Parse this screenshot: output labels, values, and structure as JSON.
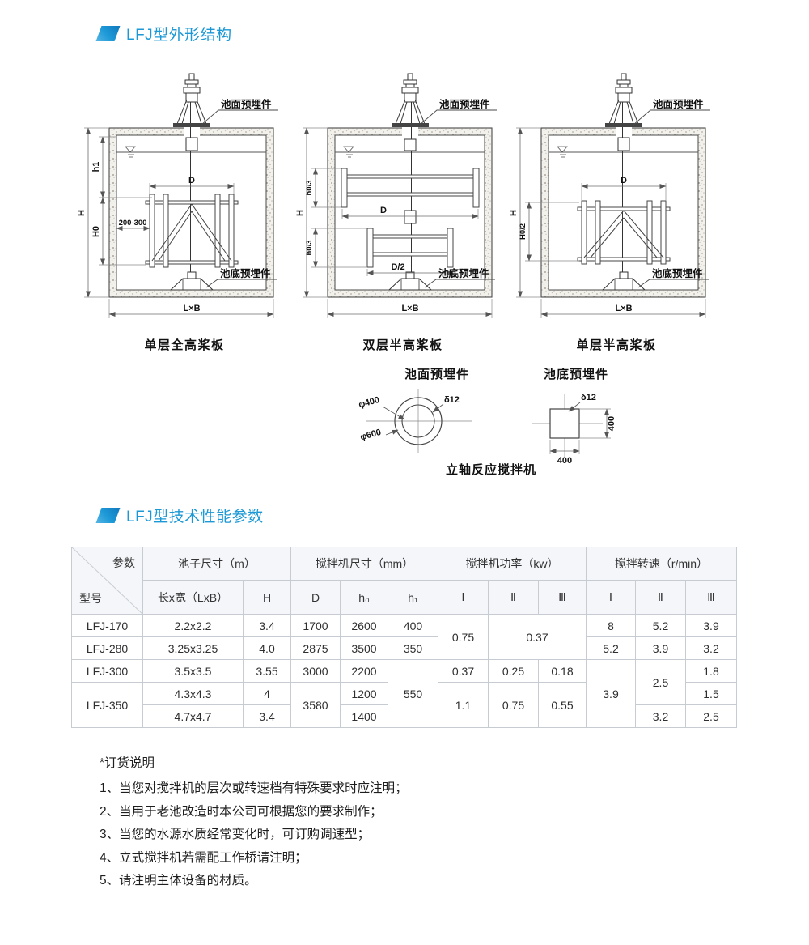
{
  "sections": {
    "structure_title": "LFJ型外形结构",
    "params_title": "LFJ型技术性能参数"
  },
  "diagrams": [
    {
      "caption": "单层全高桨板",
      "surface_callout": "池面预埋件",
      "bottom_callout": "池底预埋件",
      "dim_H": "H",
      "dim_h1": "h1",
      "dim_H0": "H0",
      "dim_D": "D",
      "dim_gap": "200-300",
      "dim_LB": "L×B"
    },
    {
      "caption": "双层半高桨板",
      "surface_callout": "池面预埋件",
      "bottom_callout": "池底预埋件",
      "dim_H": "H",
      "dim_h03_top": "h0/3",
      "dim_h03_bottom": "h0/3",
      "dim_D": "D",
      "dim_D2": "D/2",
      "dim_LB": "L×B"
    },
    {
      "caption": "单层半高桨板",
      "surface_callout": "池面预埋件",
      "bottom_callout": "池底预埋件",
      "dim_H": "H",
      "dim_H02": "H0/2",
      "dim_D": "D",
      "dim_LB": "L×B"
    }
  ],
  "details": {
    "surface_title": "池面预埋件",
    "bottom_title": "池底预埋件",
    "caption": "立轴反应搅拌机",
    "phi400": "φ400",
    "phi600": "φ600",
    "delta12": "δ12",
    "bottom_delta12": "δ12",
    "bottom_w": "400",
    "bottom_h": "400"
  },
  "table": {
    "corner_top": "参数",
    "corner_bottom": "型号",
    "group_pool": "池子尺寸（m）",
    "group_mixer": "搅拌机尺寸（mm）",
    "group_power": "搅拌机功率（kw）",
    "group_speed": "搅拌转速（r/min）",
    "sub_lxb": "长x宽（LxB）",
    "sub_H": "H",
    "sub_D": "D",
    "sub_h0": "h₀",
    "sub_h1": "h₁",
    "sub_I": "Ⅰ",
    "sub_II": "Ⅱ",
    "sub_III": "Ⅲ",
    "rows": [
      {
        "model": "LFJ-170",
        "lxb": "2.2x2.2",
        "H": "3.4",
        "D": "1700",
        "h0": "2600",
        "h1": "400",
        "pI": "0.75",
        "pII_III": "0.37",
        "sI": "8",
        "sII": "5.2",
        "sIII": "3.9"
      },
      {
        "model": "LFJ-280",
        "lxb": "3.25x3.25",
        "H": "4.0",
        "D": "2875",
        "h0": "3500",
        "h1": "350",
        "sI": "5.2",
        "sII": "3.9",
        "sIII": "3.2"
      },
      {
        "model": "LFJ-300",
        "lxb": "3.5x3.5",
        "H": "3.55",
        "D": "3000",
        "h0": "2200",
        "h1": "550",
        "pI": "0.37",
        "pII": "0.25",
        "pIII": "0.18",
        "sI": "3.9",
        "sII": "2.5",
        "sIII": "1.8"
      },
      {
        "model": "LFJ-350",
        "lxb": "4.3x4.3",
        "H": "4",
        "D": "3580",
        "h0": "1200",
        "pI": "1.1",
        "pII": "0.75",
        "pIII": "0.55",
        "sIII": "1.5"
      },
      {
        "lxb": "4.7x4.7",
        "H": "3.4",
        "h0": "1400",
        "sII": "3.2",
        "sIII": "2.5"
      }
    ]
  },
  "notes": {
    "title": "*订货说明",
    "items": [
      "1、当您对搅拌机的层次或转速档有特殊要求时应注明；",
      "2、当用于老池改造时本公司可根据您的要求制作；",
      "3、当您的水源水质经常变化时，可订购调速型；",
      "4、立式搅拌机若需配工作桥请注明；",
      "5、请注明主体设备的材质。"
    ]
  },
  "colors": {
    "accent_blue": "#1b98d5",
    "table_border": "#c7ccd3",
    "header_bg": "#f4f6f9"
  }
}
